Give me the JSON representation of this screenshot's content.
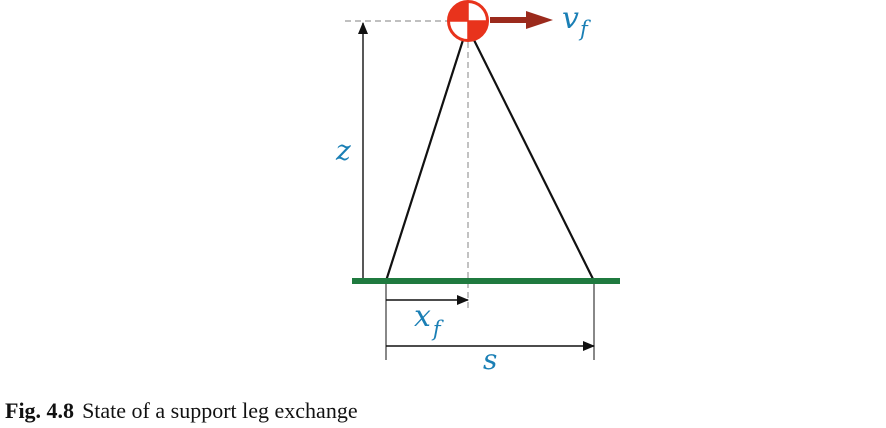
{
  "labels": {
    "velocity_main": "v",
    "velocity_sub": "f",
    "height": "z",
    "foot_offset_main": "x",
    "foot_offset_sub": "f",
    "step_length": "s"
  },
  "caption": {
    "label": "Fig. 4.8",
    "text": "State of a support leg exchange"
  },
  "colors": {
    "ground": "#1f7a3f",
    "com_marker": "#e8331c",
    "velocity_arrow": "#9b2a1c",
    "label_text": "#1a7fb5",
    "line": "#111111",
    "dashed_guide": "#9a9a9a"
  },
  "icons": {
    "com_marker": "center-of-mass-icon"
  }
}
